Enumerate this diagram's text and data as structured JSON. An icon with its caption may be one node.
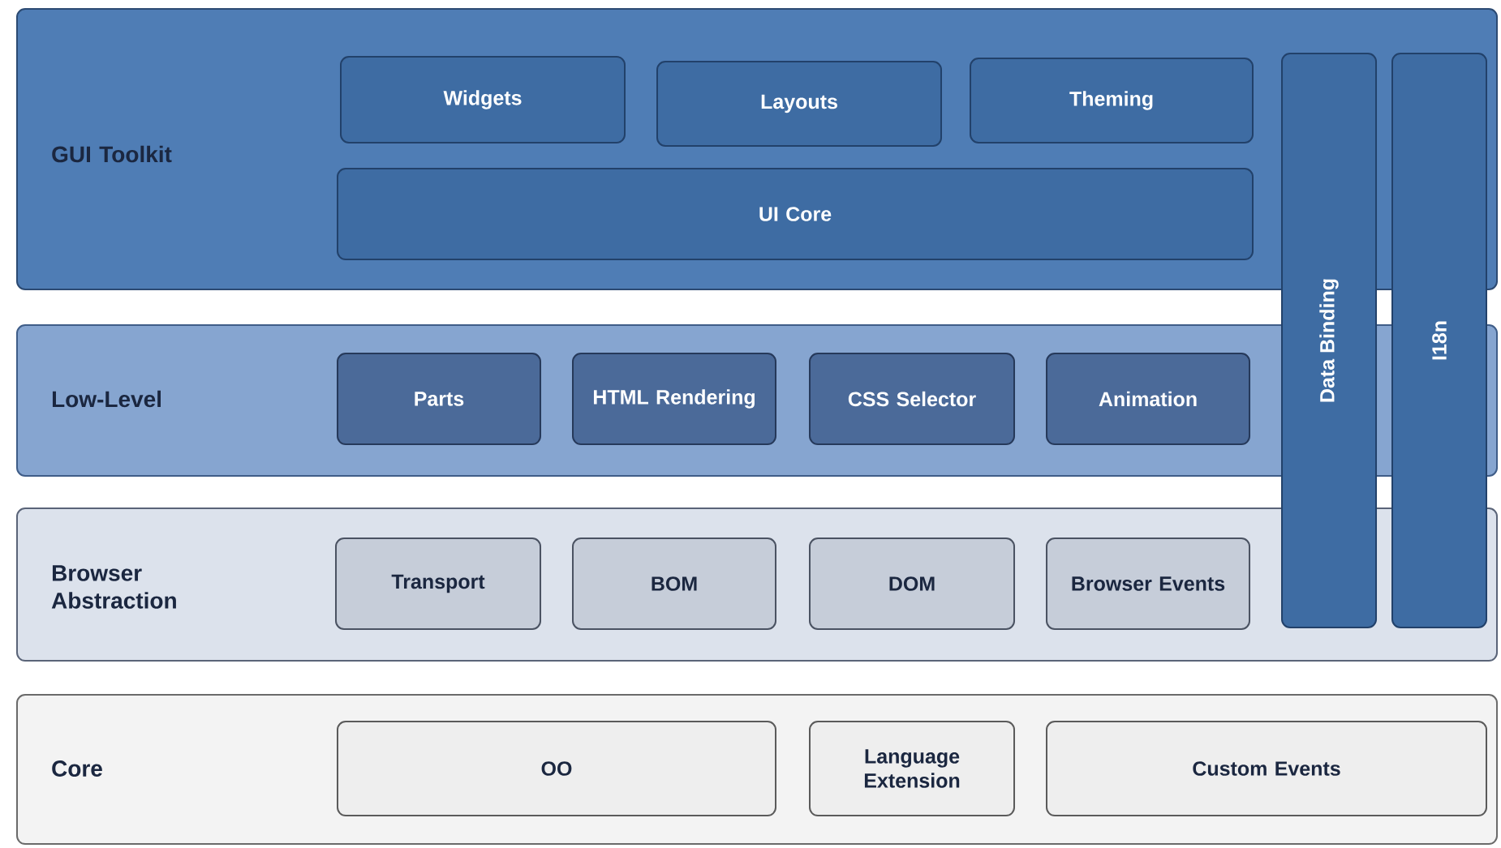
{
  "diagram": {
    "nodes": [
      {
        "text": [
          "GUI Toolkit"
        ]
      },
      {
        "text": [
          "Widgets"
        ],
        "in": 0
      },
      {
        "text": [
          "Layouts"
        ],
        "in": 0
      },
      {
        "text": [
          "Theming"
        ],
        "in": 0
      },
      {
        "text": [
          "UI Core"
        ],
        "in": 0
      },
      {
        "text": [
          "Data Binding"
        ]
      },
      {
        "text": [
          "I18n"
        ]
      },
      {
        "text": [
          "Low-Level"
        ]
      },
      {
        "text": [
          "Parts"
        ],
        "in": 7
      },
      {
        "text": [
          "HTML Rendering"
        ],
        "in": 7
      },
      {
        "text": [
          "CSS Selector"
        ],
        "in": 7
      },
      {
        "text": [
          "Animation"
        ],
        "in": 7
      },
      {
        "text": [
          "Browser Abstraction"
        ]
      },
      {
        "text": [
          "Transport"
        ],
        "in": 12
      },
      {
        "text": [
          "BOM"
        ],
        "in": 12
      },
      {
        "text": [
          "DOM"
        ],
        "in": 12
      },
      {
        "text": [
          "Browser Events"
        ],
        "in": 12
      },
      {
        "text": [
          "Core"
        ]
      },
      {
        "text": [
          "OO"
        ],
        "in": 17
      },
      {
        "text": [
          "Language Extension"
        ],
        "in": 17
      },
      {
        "text": [
          "Custom Events"
        ],
        "in": 17
      }
    ]
  }
}
